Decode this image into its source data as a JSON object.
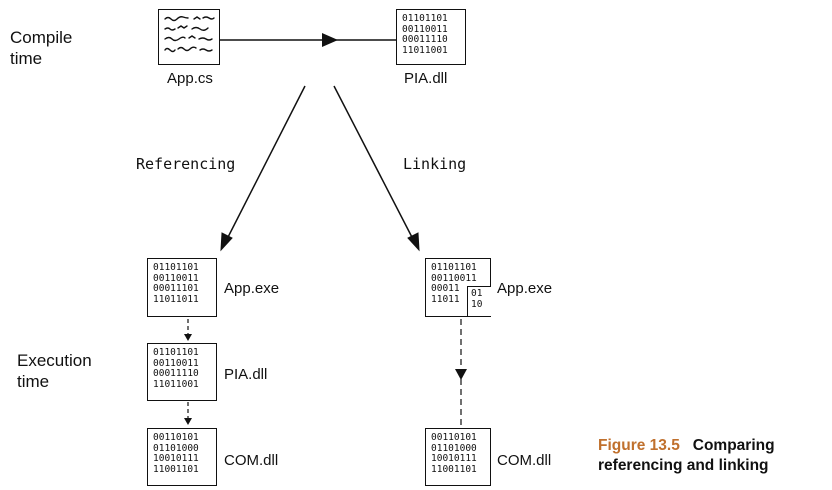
{
  "stages": {
    "compile": [
      "Compile",
      "time"
    ],
    "execution": [
      "Execution",
      "time"
    ]
  },
  "source_file": {
    "label": "App.cs"
  },
  "pia_top": {
    "label": "PIA.dll",
    "bits": [
      "01101101",
      "00110011",
      "00011110",
      "11011001"
    ]
  },
  "edges": {
    "referencing": "Referencing",
    "linking": "Linking"
  },
  "left_column": {
    "app_exe": {
      "label": "App.exe",
      "bits": [
        "01101101",
        "00110011",
        "00011101",
        "11011011"
      ]
    },
    "pia_dll": {
      "label": "PIA.dll",
      "bits": [
        "01101101",
        "00110011",
        "00011110",
        "11011001"
      ]
    },
    "com_dll": {
      "label": "COM.dll",
      "bits": [
        "00110101",
        "01101000",
        "10010111",
        "11001101"
      ]
    }
  },
  "right_column": {
    "app_exe": {
      "label": "App.exe",
      "bits": [
        "01101101",
        "00110011",
        "00011",
        "11011"
      ],
      "embedded_bits": [
        "01",
        "10"
      ]
    },
    "com_dll": {
      "label": "COM.dll",
      "bits": [
        "00110101",
        "01101000",
        "10010111",
        "11001101"
      ]
    }
  },
  "caption": {
    "figure": "Figure 13.5",
    "title_line1": "Comparing",
    "title_line2": "referencing and linking"
  }
}
